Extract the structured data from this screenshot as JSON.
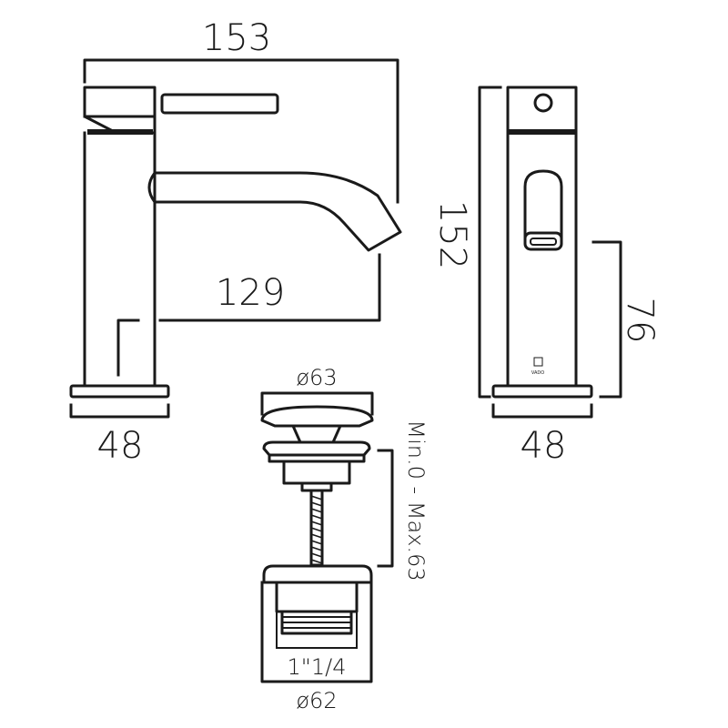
{
  "side_view": {
    "width_overall": "153",
    "spout_reach": "129",
    "base_width": "48"
  },
  "front_view": {
    "height_overall": "152",
    "spout_height": "76",
    "base_width": "48",
    "brand_mark": "VADO"
  },
  "waste": {
    "cap_diameter": "ø63",
    "adjustment_range": "Min.0 - Max.63",
    "thread_size": "1\"1/4",
    "flange_diameter": "ø62"
  }
}
